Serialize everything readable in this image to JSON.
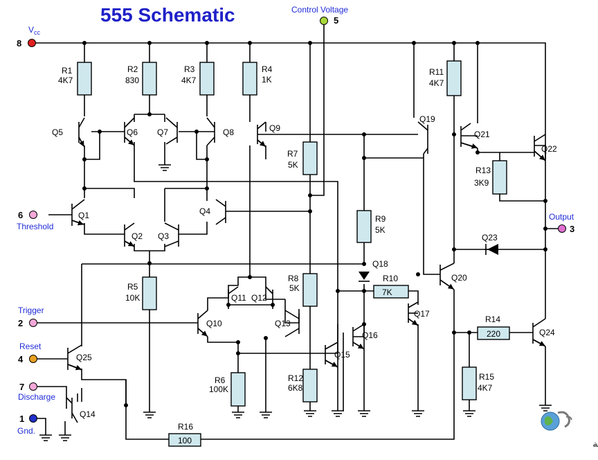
{
  "title": "555 Schematic",
  "pins": {
    "vcc": {
      "num": "8",
      "name": "V",
      "sub": "cc",
      "color": "#e02020"
    },
    "control": {
      "num": "5",
      "name": "Control Voltage",
      "color": "#a8d83a"
    },
    "threshold": {
      "num": "6",
      "name": "Threshold",
      "color": "#f4a8d8"
    },
    "output": {
      "num": "3",
      "name": "Output",
      "color": "#e070d0"
    },
    "trigger": {
      "num": "2",
      "name": "Trigger",
      "color": "#f4a8d8"
    },
    "reset": {
      "num": "4",
      "name": "Reset",
      "color": "#e8a020"
    },
    "discharge": {
      "num": "7",
      "name": "Discharge",
      "color": "#f4a8d8"
    },
    "gnd": {
      "num": "1",
      "name": "Gnd.",
      "color": "#2030c8"
    }
  },
  "resistors": [
    {
      "name": "R1",
      "value": "4K7"
    },
    {
      "name": "R2",
      "value": "830"
    },
    {
      "name": "R3",
      "value": "4K7"
    },
    {
      "name": "R4",
      "value": "1K"
    },
    {
      "name": "R5",
      "value": "10K"
    },
    {
      "name": "R6",
      "value": "100K"
    },
    {
      "name": "R7",
      "value": "5K"
    },
    {
      "name": "R8",
      "value": "5K"
    },
    {
      "name": "R9",
      "value": "5K"
    },
    {
      "name": "R10",
      "value": "7K"
    },
    {
      "name": "R11",
      "value": "4K7"
    },
    {
      "name": "R12",
      "value": "6K8"
    },
    {
      "name": "R13",
      "value": "3K9"
    },
    {
      "name": "R14",
      "value": "220"
    },
    {
      "name": "R15",
      "value": "4K7"
    },
    {
      "name": "R16",
      "value": "100"
    }
  ],
  "transistors": [
    "Q1",
    "Q2",
    "Q3",
    "Q4",
    "Q5",
    "Q6",
    "Q7",
    "Q8",
    "Q9",
    "Q10",
    "Q11",
    "Q12",
    "Q13",
    "Q14",
    "Q15",
    "Q16",
    "Q17",
    "Q19",
    "Q20",
    "Q21",
    "Q22",
    "Q24",
    "Q25"
  ],
  "diodes": [
    "Q18",
    "Q23"
  ],
  "watermark": "القرية الالكترونية"
}
